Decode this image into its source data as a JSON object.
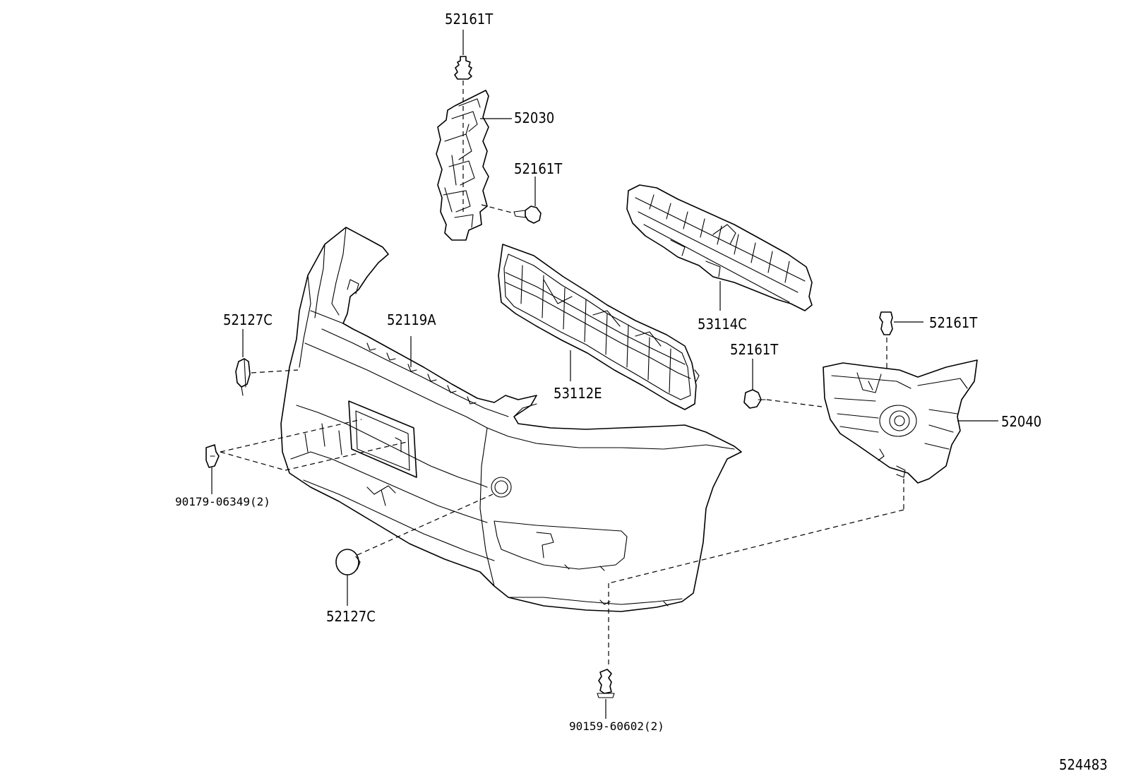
{
  "callouts": {
    "c52161T_top": "52161T",
    "c52030": "52030",
    "c52161T_mid": "52161T",
    "c53114C": "53114C",
    "c52127C_left": "52127C",
    "c52119A": "52119A",
    "c53112E": "53112E",
    "c52161T_right": "52161T",
    "c52161T_center": "52161T",
    "c52040": "52040",
    "c90179": "90179-06349(2)",
    "c52127C_bottom": "52127C",
    "c90159": "90159-60602(2)"
  },
  "diagram_id": "524483"
}
